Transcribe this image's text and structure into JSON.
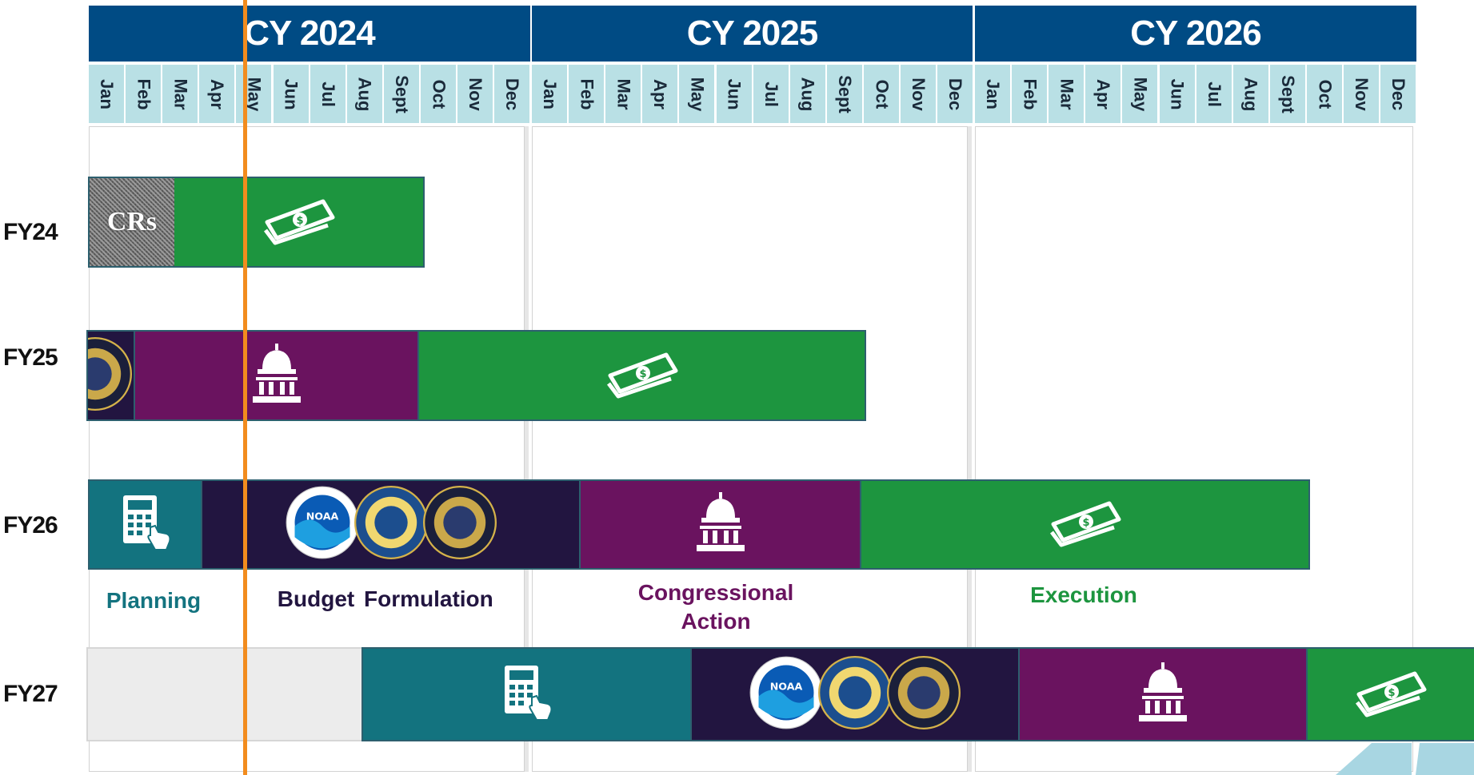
{
  "years": [
    "CY 2024",
    "CY 2025",
    "CY 2026"
  ],
  "months": [
    "Jan",
    "Feb",
    "Mar",
    "Apr",
    "May",
    "Jun",
    "Jul",
    "Aug",
    "Sept",
    "Oct",
    "Nov",
    "Dec"
  ],
  "fiscal_years": [
    "FY24",
    "FY25",
    "FY26",
    "FY27"
  ],
  "bars": {
    "crs_label": "CRs"
  },
  "phases": {
    "planning": "Planning",
    "budget": "Budget",
    "formulation": "Formulation",
    "congressional_line1": "Congressional",
    "congressional_line2": "Action",
    "execution": "Execution"
  },
  "icons": {
    "noaa_text": "NOAA"
  },
  "colors": {
    "header": "#004b84",
    "month": "#b9e0e5",
    "planning": "#13737f",
    "formulation": "#221540",
    "congressional": "#6a135f",
    "execution": "#1d953f",
    "today_marker": "#f28c1e"
  }
}
